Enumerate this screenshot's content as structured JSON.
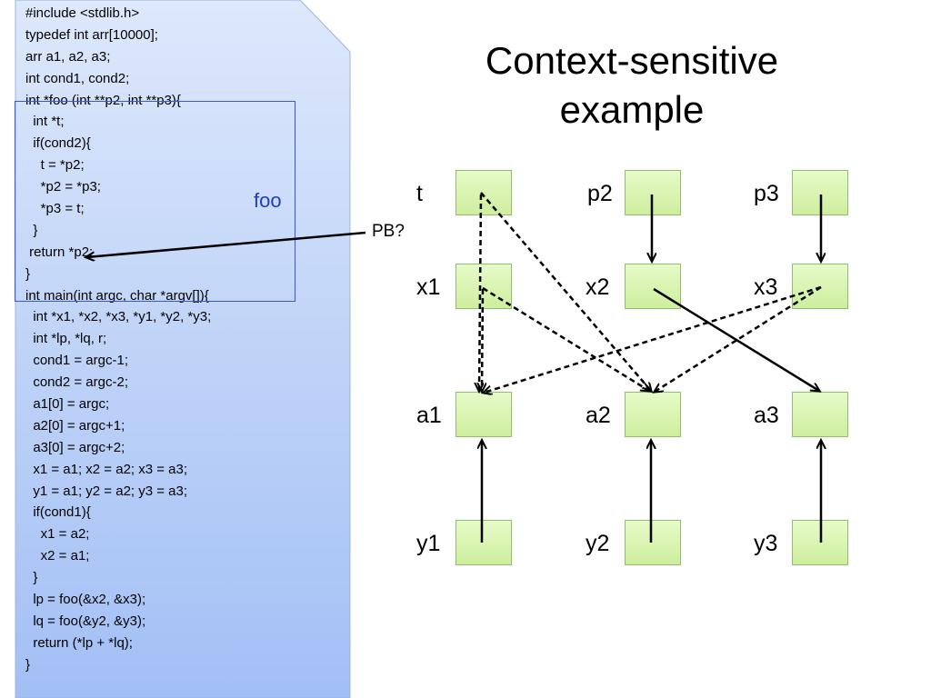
{
  "slide_title": {
    "line1": "Context-sensitive",
    "line2": "example"
  },
  "code_lines": [
    "#include <stdlib.h>",
    "typedef int arr[10000];",
    "arr a1, a2, a3;",
    "int cond1, cond2;",
    "int *foo (int **p2, int **p3){",
    "  int *t;",
    "  if(cond2){",
    "    t = *p2;",
    "    *p2 = *p3;",
    "    *p3 = t;",
    "  }",
    " return *p2;",
    "}",
    "int main(int argc, char *argv[]){",
    "  int *x1, *x2, *x3, *y1, *y2, *y3;",
    "  int *lp, *lq, r;",
    "  cond1 = argc-1;",
    "  cond2 = argc-2;",
    "  a1[0] = argc;",
    "  a2[0] = argc+1;",
    "  a3[0] = argc+2;",
    "  x1 = a1; x2 = a2; x3 = a3;",
    "  y1 = a1; y2 = a2; y3 = a3;",
    "  if(cond1){",
    "    x1 = a2;",
    "    x2 = a1;",
    "  }",
    "  lp = foo(&x2, &x3);",
    "  lq = foo(&y2, &y3);",
    "  return (*lp + *lq);",
    "}"
  ],
  "foo_label": "foo",
  "pb_label": "PB?",
  "nodes": {
    "t": "t",
    "p2": "p2",
    "p3": "p3",
    "x1": "x1",
    "x2": "x2",
    "x3": "x3",
    "a1": "a1",
    "a2": "a2",
    "a3": "a3",
    "y1": "y1",
    "y2": "y2",
    "y3": "y3"
  },
  "colors": {
    "code_panel_top": "#dbe7fb",
    "code_panel_bottom": "#a3c0f5",
    "foo_box_border": "#3b57d6",
    "node_fill": "#d9f5b4",
    "node_border": "#8cc06a"
  }
}
